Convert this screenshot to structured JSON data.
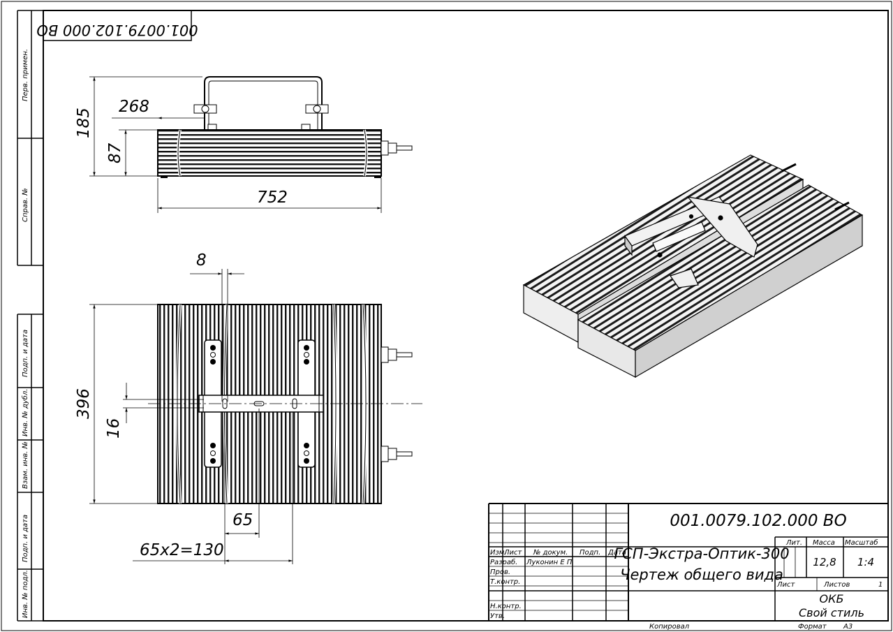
{
  "drawing": {
    "code_top_rotated": "001.0079.102.000 ВО",
    "side_labels": {
      "perv_primen": "Перв. примен.",
      "sprav_no": "Справ. №",
      "podp_i_data_top": "Подп. и дата",
      "inv_no_dubl": "Инв. № дубл.",
      "vzam_inv_no": "Взам. инв. №",
      "podp_i_data_bottom": "Подп. и дата",
      "inv_no_podl": "Инв. № подл."
    },
    "dimensions": {
      "side_height": "185",
      "body_height": "87",
      "bracket_offset": "268",
      "length": "752",
      "slot_width": "8",
      "width": "396",
      "center_offset": "16",
      "hole_spacing": "65",
      "slot_spacing": "65x2=130"
    }
  },
  "title_block": {
    "doc_code": "001.0079.102.000 ВО",
    "name_line1": "ГСП-Экстра-Оптик-300",
    "name_line2": "Чертеж общего вида",
    "headers": {
      "izm": "Изм.",
      "list": "Лист",
      "no_dokum": "№ докум.",
      "podp": "Подп.",
      "data": "Дата",
      "lit": "Лит.",
      "massa": "Масса",
      "masshtab": "Масштаб"
    },
    "roles": {
      "razrab": "Разраб.",
      "prov": "Пров.",
      "tkontr": "Т.контр.",
      "nkontr": "Н.контр.",
      "utv": "Утв."
    },
    "developer_name": "Луконин Е П",
    "mass": "12,8",
    "scale": "1:4",
    "sheet_label": "Лист",
    "sheets_label": "Листов",
    "sheets_count": "1",
    "org_line1": "ОКБ",
    "org_line2": "Свой стиль",
    "copied": "Копировал",
    "format_label": "Формат",
    "format_value": "А3"
  }
}
